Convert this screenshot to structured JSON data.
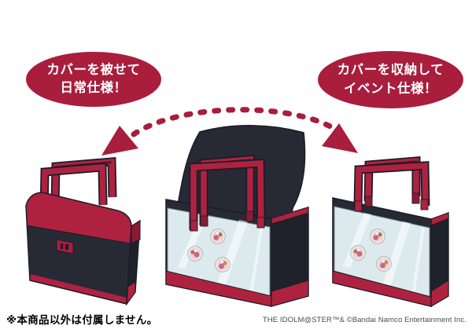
{
  "callouts": {
    "left": {
      "line1": "カバーを被せて",
      "line2": "日常仕様！"
    },
    "right": {
      "line1": "カバーを収納して",
      "line2": "イベント仕様！"
    }
  },
  "footer": {
    "disclaimer": "※本商品以外は付属しません。",
    "copyright": "THE IDOLM@STER™& ©Bandai Namco Entertainment Inc."
  },
  "scene": {
    "bag_states": [
      "cover-on",
      "cover-open",
      "cover-stowed"
    ],
    "badges_per_windowed_bag": 3
  },
  "colors": {
    "accent_red": "#A81E3C",
    "bag_red": "#AE2240",
    "bag_navy": "#272934",
    "window_blue": "#DCEAEE",
    "bubble_text": "#FFFFFF",
    "disclaimer_text": "#000000",
    "copyright_text": "#4B4B4B",
    "background": "#FFFFFF"
  }
}
